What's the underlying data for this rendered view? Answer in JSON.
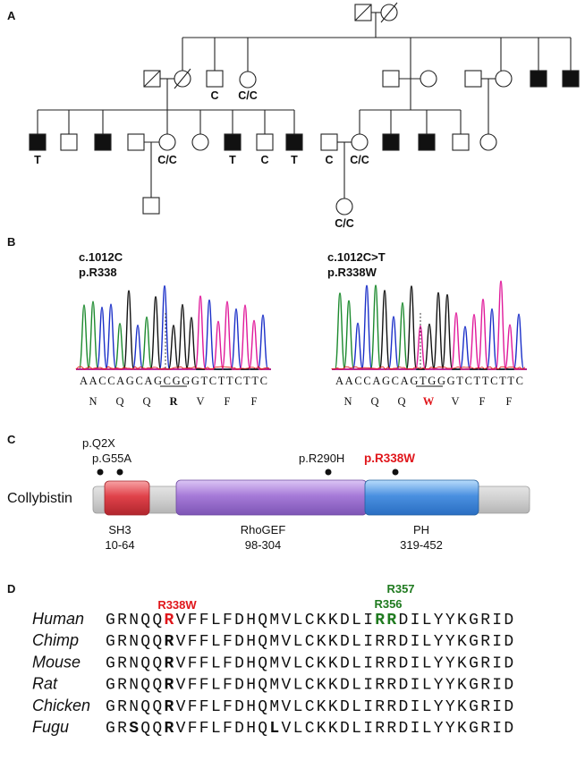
{
  "panel_labels": {
    "a": "A",
    "b": "B",
    "c": "C",
    "d": "D"
  },
  "pedigree_genotypes": {
    "g2_son": "C",
    "g2_daughter": "C/C",
    "g3_son1": "T",
    "g3_daughter": "C/C",
    "g3_son4": "T",
    "g3_son5": "C",
    "g3_son6": "T",
    "g3_husband": "C",
    "g3_wife": "C/C",
    "g4_daughter": "C/C"
  },
  "chromatograms": {
    "left": {
      "label1": "c.1012C",
      "label2": "p.R338",
      "sequence": "AACCAGCAGCGGGTCTTCTTC",
      "codon": "CGG",
      "amino_acids": [
        "N",
        "Q",
        "Q",
        "R",
        "V",
        "F",
        "F"
      ]
    },
    "right": {
      "label1": "c.1012C>T",
      "label2": "p.R338W",
      "sequence": "AACCAGCAGTGGGTCTTCTTC",
      "codon": "TGG",
      "amino_acids": [
        "N",
        "Q",
        "Q",
        "W",
        "V",
        "F",
        "F"
      ]
    }
  },
  "protein": {
    "name": "Collybistin",
    "variants": [
      "p.Q2X",
      "p.G55A",
      "p.R290H",
      "p.R338W"
    ],
    "domains": [
      {
        "name": "SH3",
        "range": "10-64",
        "color": "#e0424a"
      },
      {
        "name": "RhoGEF",
        "range": "98-304",
        "color": "#a67ad8"
      },
      {
        "name": "PH",
        "range": "319-452",
        "color": "#4a90e0"
      }
    ]
  },
  "alignment": {
    "mutation_label": "R338W",
    "site_label_1": "R357",
    "site_label_2": "R356",
    "species": [
      {
        "name": "Human",
        "sequence": "GRNQQRVFFLFDHQMVLCKKDLIRRDILYYKGRID"
      },
      {
        "name": "Chimp",
        "sequence": "GRNQQRVFFLFDHQMVLCKKDLIRRDILYYKGRID"
      },
      {
        "name": "Mouse",
        "sequence": "GRNQQRVFFLFDHQMVLCKKDLIRRDILYYKGRID"
      },
      {
        "name": "Rat",
        "sequence": "GRNQQRVFFLFDHQMVLCKKDLIRRDILYYKGRID"
      },
      {
        "name": "Chicken",
        "sequence": "GRNQQRVFFLFDHQMVLCKKDLIRRDILYYKGRID"
      },
      {
        "name": "Fugu",
        "sequence": "GRSQQRVFFLFDHQLVLCKKDLIRRDILYYKGRID"
      }
    ]
  },
  "colors": {
    "mutation_red": "#e0161b",
    "conserved_green": "#1f7a1f",
    "trace_green": "#1c8a2e",
    "trace_blue": "#1a2fc8",
    "trace_black": "#111111",
    "trace_magenta": "#e0199a",
    "trace_red": "#e01a1a"
  }
}
